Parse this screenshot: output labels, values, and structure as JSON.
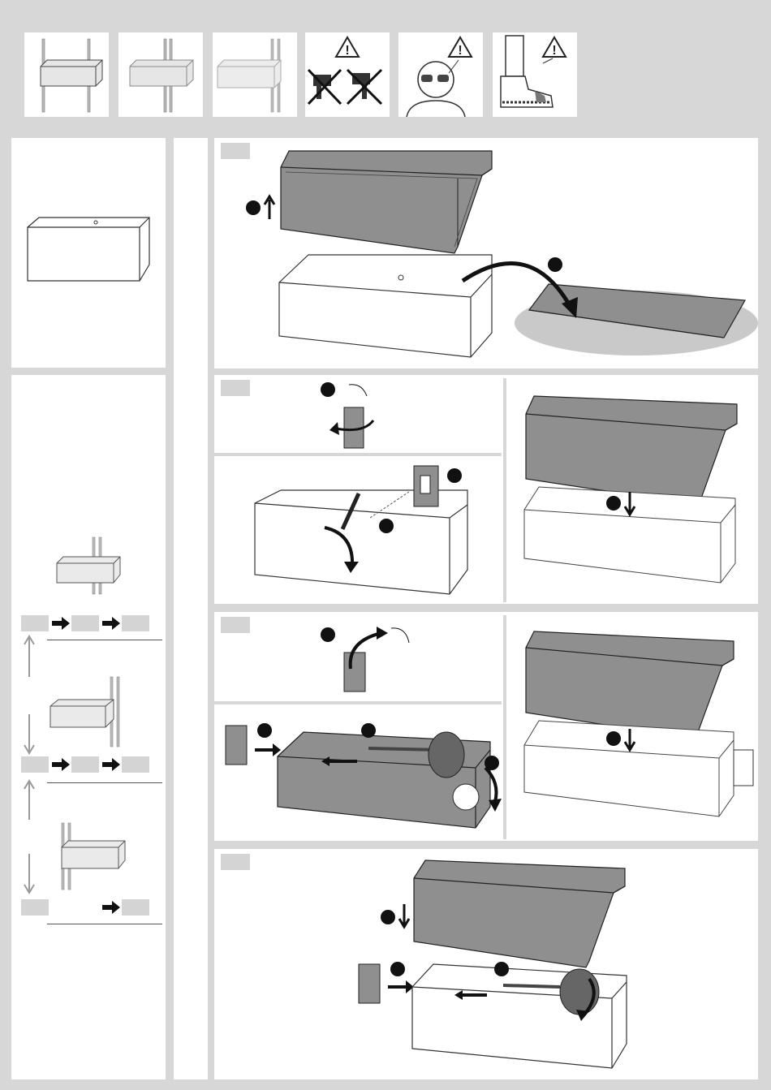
{
  "page": {
    "title": "",
    "colors": {
      "background": "#d7d7d7",
      "panel": "#ffffff",
      "dark_fill": "#8c8c8c",
      "light_tag": "#d4d4d4",
      "line": "#333333"
    }
  },
  "top_icons": [
    {
      "name": "box-on-center-rail-icon"
    },
    {
      "name": "box-on-right-rail-icon"
    },
    {
      "name": "box-on-left-rail-icon"
    },
    {
      "name": "no-power-tools-warning-icon"
    },
    {
      "name": "wear-safety-glasses-icon"
    },
    {
      "name": "wear-safety-shoes-icon"
    }
  ],
  "steps": [
    {
      "name": "step-1",
      "label": ""
    },
    {
      "name": "step-2",
      "label": ""
    },
    {
      "name": "step-3",
      "label": ""
    },
    {
      "name": "step-4",
      "label": ""
    }
  ],
  "sequences": [
    {
      "name": "sequence-center",
      "tiles": 3
    },
    {
      "name": "sequence-right",
      "tiles": 3
    },
    {
      "name": "sequence-left",
      "tiles": 2
    }
  ]
}
